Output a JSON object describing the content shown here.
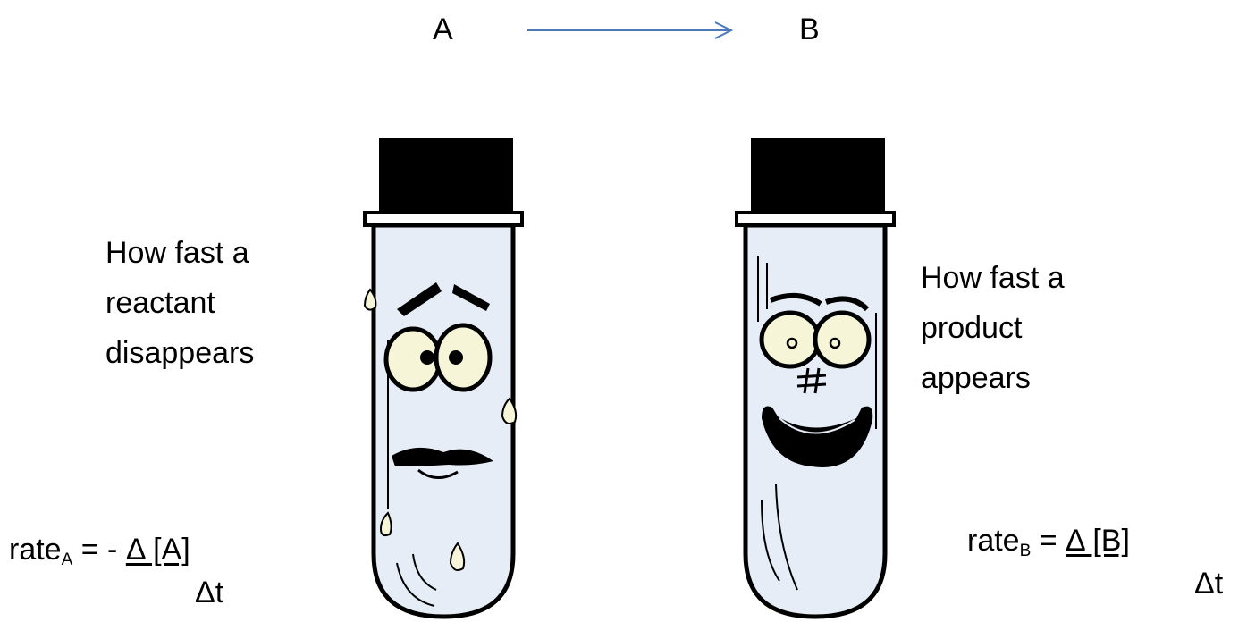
{
  "reaction": {
    "reactant": "A",
    "product": "B"
  },
  "left_caption": [
    "How fast a",
    "reactant",
    "disappears"
  ],
  "right_caption": [
    "How fast a",
    "product",
    "appears"
  ],
  "rate_a": {
    "label": "rate",
    "sub": "A",
    "equals": "=",
    "sign": "-",
    "numerator": "Δ [A]",
    "denominator": "Δt"
  },
  "rate_b": {
    "label": "rate",
    "sub": "B",
    "equals": "=",
    "numerator": "Δ [B]",
    "denominator": "Δt"
  },
  "colors": {
    "arrow": "#4a78b8",
    "stopper": "#000000",
    "liquid": "#e6edf6",
    "eye": "#f6f5d8"
  }
}
